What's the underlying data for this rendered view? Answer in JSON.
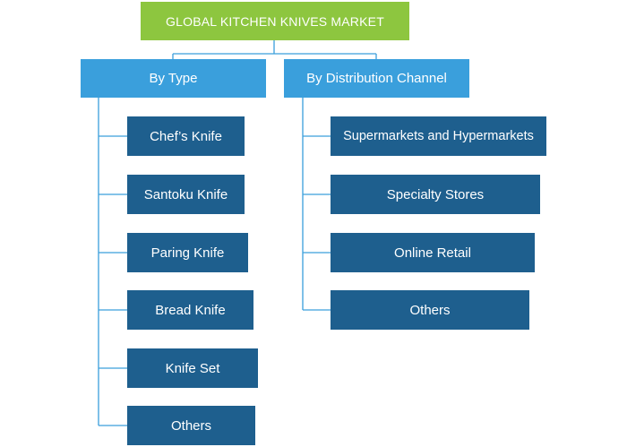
{
  "title": "GLOBAL KITCHEN KNIVES MARKET",
  "colors": {
    "root": "#8dc63f",
    "category": "#3a9fdc",
    "leaf": "#1e5f8e",
    "connector": "#3a9fdc"
  },
  "categories": [
    {
      "label": "By Type",
      "items": [
        "Chef’s Knife",
        "Santoku Knife",
        "Paring Knife",
        "Bread Knife",
        "Knife Set",
        "Others"
      ]
    },
    {
      "label": "By Distribution Channel",
      "items": [
        "Supermarkets and Hypermarkets",
        "Specialty Stores",
        "Online Retail",
        "Others"
      ]
    }
  ]
}
